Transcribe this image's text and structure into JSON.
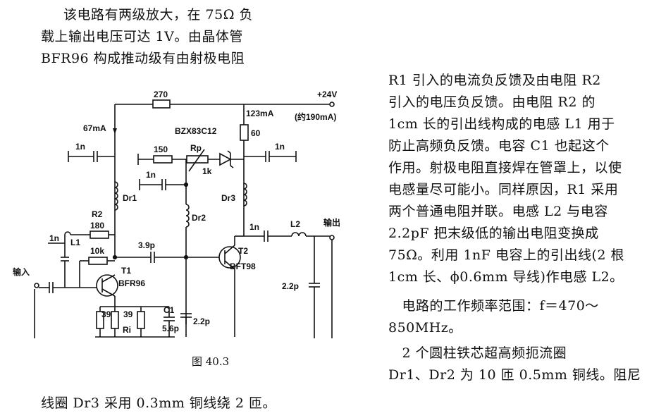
{
  "text": {
    "left_lines": [
      "该电路有两级放大，在 75Ω 负",
      "载上输出电压可达 1V。由晶体管",
      "BFR96 构成推动级有由射极电阻"
    ],
    "right_lines": [
      "R1 引入的电流负反馈及由电阻 R2",
      "引入的电压负反馈。由电阻 R2 的",
      "1cm 长的引出线构成的电感 L1 用于",
      "防止高频负反馈。电容 C1 也起这个",
      "作用。射极电阻直接焊在管罩上，以使",
      "电感量尽可能小。同样原因，R1 采用",
      "两个普通电阻并联。电感 L2 与电容",
      "2.2pF 把末级低的输出电阻变换成",
      "75Ω。利用 1nF 电容上的引出线(2 根",
      "1cm 长、ϕ0.6mm 导线)作电感 L2。",
      "　电路的工作频率范围：f＝470～",
      "850MHz。",
      "　2 个圆柱铁芯超高频扼流圈",
      "Dr1、Dr2 为 10 匝 0.5mm 铜线。阻尼"
    ],
    "bottom_line": "线圈 Dr3 采用 0.3mm 铜线绕 2 匝。"
  },
  "figure": {
    "caption": "图 40.3",
    "labels": {
      "r270": "270",
      "supply": "+24V",
      "i123": "123mA",
      "i190": "(约190mA)",
      "i67": "67mA",
      "zener": "BZX83C12",
      "r60": "60",
      "c1n_a": "1n",
      "r150": "150",
      "rp": "Rp",
      "rp_val": "1k",
      "c1n_b": "1n",
      "c1n_c": "1n",
      "dr1": "Dr1",
      "dr2": "Dr2",
      "dr3": "Dr3",
      "r2": "R2",
      "r2_val": "180",
      "c1n_d": "1n",
      "l1": "L1",
      "r10k": "10k",
      "c39p": "3.9p",
      "t2": "T2",
      "t2_type": "BFT98",
      "c1n_e": "1n",
      "l2": "L2",
      "output": "输出",
      "input": "输入",
      "t1": "T1",
      "t1_type": "BFR96",
      "c22p_out": "2.2p",
      "r39a": "39",
      "r39b": "39",
      "ri": "Ri",
      "c1": "C1",
      "c56p": "5.6p",
      "c22p": "2.2p"
    }
  }
}
